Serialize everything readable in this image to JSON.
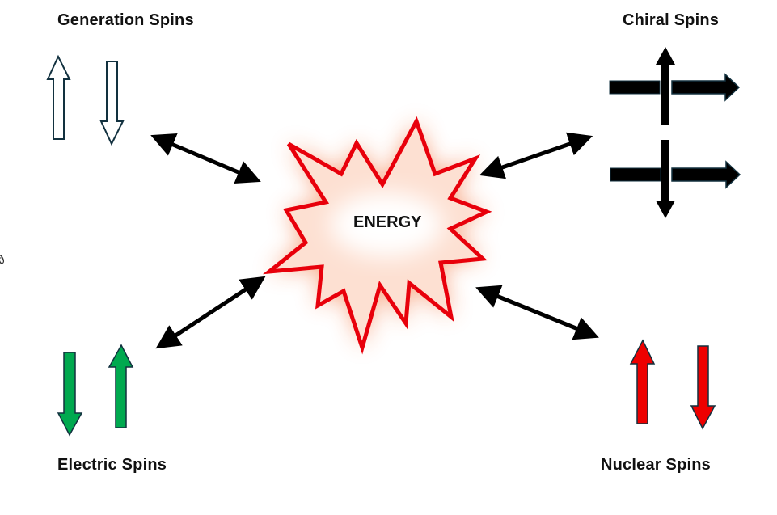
{
  "diagram": {
    "center": {
      "label": "ENERGY",
      "stroke_color": "#e8000b",
      "glow_color": "#f7a07a"
    },
    "nodes": [
      {
        "id": "generation",
        "label": "Generation  Spins",
        "arrow_style": "outline",
        "fill": "#ffffff",
        "stroke": "#12313f",
        "arrows": [
          "up",
          "down"
        ]
      },
      {
        "id": "chiral",
        "label": "Chiral Spins",
        "arrow_style": "crossed",
        "fill": "#000000",
        "stroke": "#12313f",
        "arrows": [
          "right+up",
          "right+down"
        ]
      },
      {
        "id": "electric",
        "label": "Electric Spins",
        "arrow_style": "filled",
        "fill": "#00a94f",
        "stroke": "#12313f",
        "arrows": [
          "down",
          "up"
        ]
      },
      {
        "id": "nuclear",
        "label": "Nuclear Spins",
        "arrow_style": "filled",
        "fill": "#ee0000",
        "stroke": "#12313f",
        "arrows": [
          "up",
          "down"
        ]
      }
    ],
    "connectors": [
      {
        "from": "generation",
        "to": "energy",
        "type": "double-headed"
      },
      {
        "from": "chiral",
        "to": "energy",
        "type": "double-headed"
      },
      {
        "from": "electric",
        "to": "energy",
        "type": "double-headed"
      },
      {
        "from": "nuclear",
        "to": "energy",
        "type": "double-headed"
      }
    ],
    "icons": {
      "edge_glyph": "link-icon",
      "cursor": "text-cursor"
    }
  }
}
